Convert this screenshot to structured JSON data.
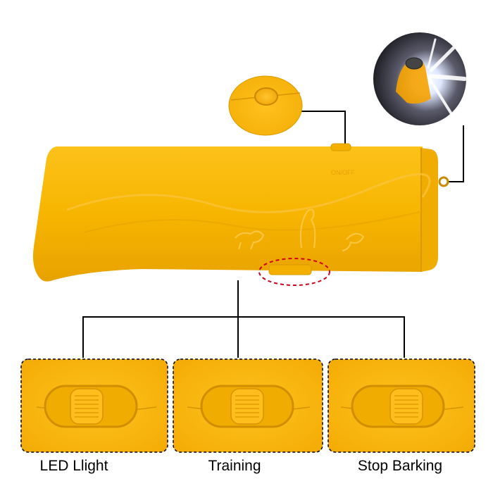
{
  "product": {
    "body_color": "#f7b500",
    "body_shade": "#e59c00",
    "outline_color": "#d8a100"
  },
  "modes": [
    {
      "label": "LED  Llight"
    },
    {
      "label": "Training"
    },
    {
      "label": "Stop  Barking"
    }
  ],
  "callouts": {
    "highlight_color": "#d0021b",
    "connector_color": "#000000"
  }
}
